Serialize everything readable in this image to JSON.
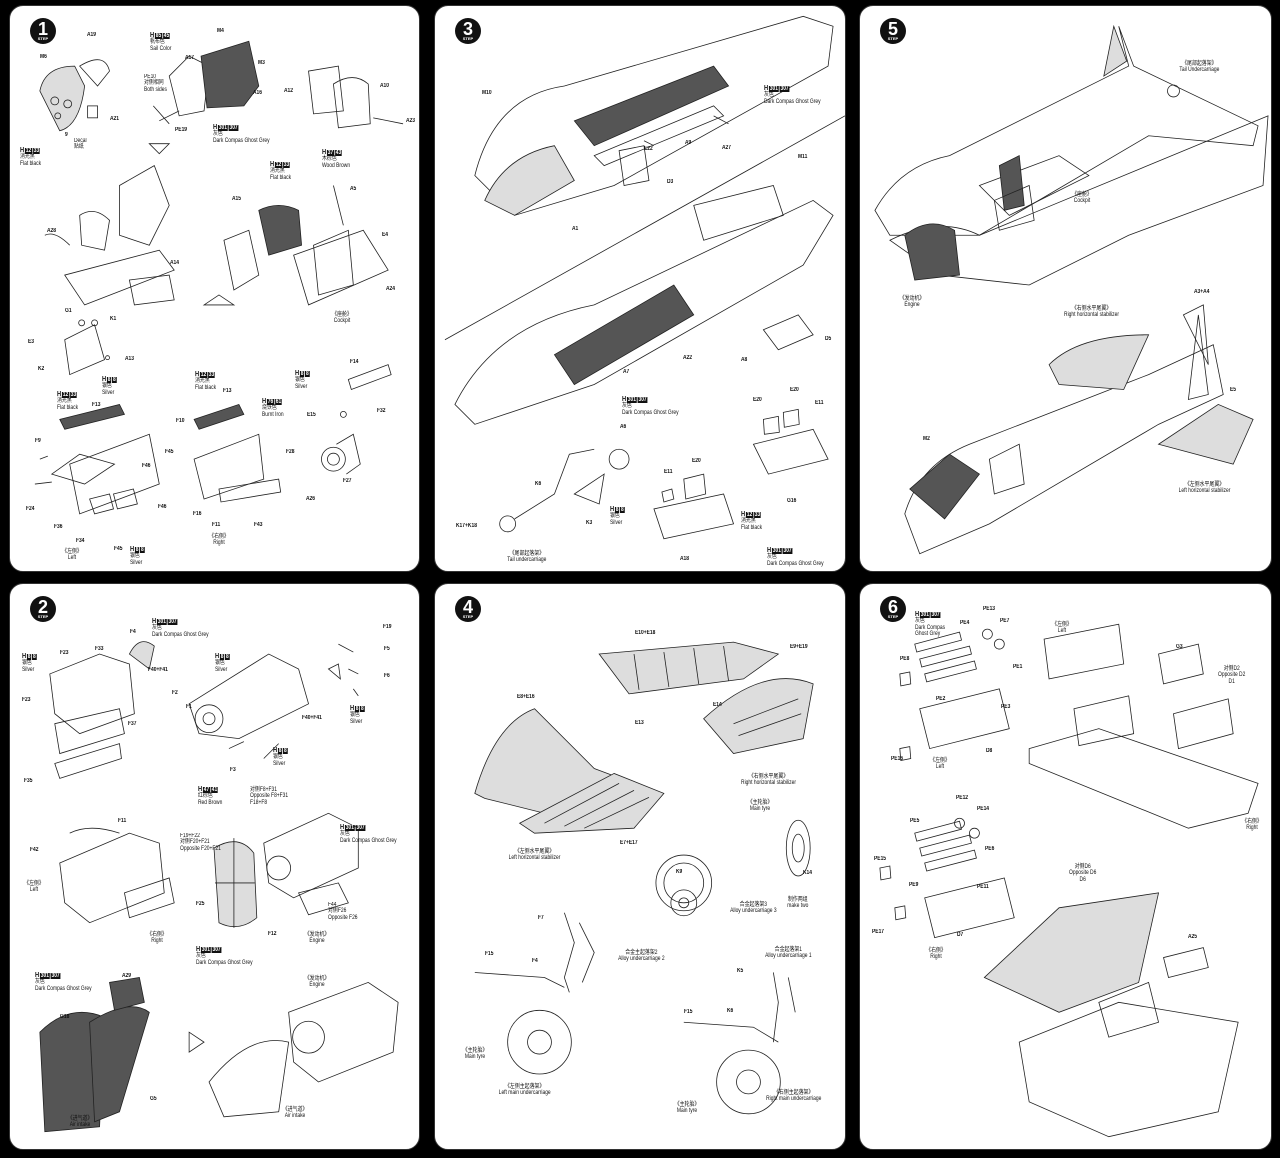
{
  "panels": {
    "p1": {
      "step": "1",
      "step_word": "STEP",
      "labels": {
        "a19": "A19",
        "m6": "M6",
        "a21": "A21",
        "e9": "9",
        "h12_1": "H",
        "h12_1n": "12",
        "h12_1c": "33",
        "flat_cn": "消光黑",
        "flat_en": "Flat black",
        "decal_en": "Decal",
        "decal_cn": "贴纸",
        "h85": "H",
        "h85n": "85",
        "h85c": "45",
        "sail_cn": "帆布色",
        "sail_en": "Sail Color",
        "pe10": "PE10",
        "both_cn": "对侧相同",
        "both_en": "Both sides",
        "a17": "A17",
        "pe19": "PE19",
        "m4": "M4",
        "m3": "M3",
        "a16": "A16",
        "h301": "H",
        "h301n": "301",
        "h301c": "307",
        "grey_cn": "灰色",
        "grey_en": "Dark Compas Ghost Grey",
        "a12": "A12",
        "a10": "A10",
        "a23": "A23",
        "h12_2": "H",
        "h12_2n": "12",
        "h12_2c": "33",
        "flat2_cn": "消光黑",
        "flat2_en": "Flat black",
        "h37": "H",
        "h37n": "37",
        "h37c": "43",
        "wood_cn": "木棕色",
        "wood_en": "Wood Brown",
        "a5": "A5",
        "a15": "A15",
        "e4": "E4",
        "a28": "A28",
        "a14": "A14",
        "a24": "A24",
        "cockpit_cn": "《座舱》",
        "cockpit_en": "Cockpit",
        "g1": "G1",
        "e3": "E3",
        "k2": "K2",
        "k1": "K1",
        "a13": "A13",
        "h8": "H",
        "h8n": "8",
        "h8c": "8",
        "silver_cn": "银色",
        "silver_en": "Silver",
        "h12_3": "H",
        "h12_3n": "12",
        "h12_3c": "33",
        "flat3_cn": "消光黑",
        "flat3_en": "Flat black",
        "f13": "F13",
        "f9": "F9",
        "f24": "F24",
        "f36": "F36",
        "f34": "F34",
        "f45": "F45",
        "f46": "F46",
        "h8b": "H",
        "h8bn": "8",
        "h8bc": "8",
        "silver2_cn": "银色",
        "silver2_en": "Silver",
        "left_cn": "《左侧》",
        "left_en": "Left",
        "h12_4": "H",
        "h12_4n": "12",
        "h12_4c": "33",
        "flat4_cn": "消光黑",
        "flat4_en": "Flat black",
        "f10": "F10",
        "f45b": "F45",
        "f46b": "F46",
        "f16": "F16",
        "f11": "F11",
        "f13b": "F13",
        "h76": "H",
        "h76n": "76",
        "h76c": "61",
        "burnt_cn": "烧铁色",
        "burnt_en": "Burnt Iron",
        "h8c_": "H",
        "h8cn": "8",
        "h8cc": "8",
        "silver3_cn": "银色",
        "silver3_en": "Silver",
        "f14": "F14",
        "f32": "F32",
        "e15": "E15",
        "f28": "F28",
        "f27": "F27",
        "a26": "A26",
        "f43": "F43",
        "right_cn": "《右侧》",
        "right_en": "Right"
      }
    },
    "p2": {
      "step": "2",
      "step_word": "STEP",
      "labels": {
        "h301": "H",
        "h301n": "301",
        "h301c": "307",
        "grey_cn": "灰色",
        "grey_en": "Dark Compas Ghost Grey",
        "f4": "F4",
        "f23": "F23",
        "f33": "F33",
        "f23b": "F23",
        "f37": "F37",
        "f35": "F35",
        "h8a": "H",
        "h8an": "8",
        "h8ac": "8",
        "silver_cn": "银色",
        "silver_en": "Silver",
        "f40": "F40+F41",
        "h8b": "H",
        "h8bn": "8",
        "h8bc": "8",
        "silver2_cn": "银色",
        "silver2_en": "Silver",
        "f2": "F2",
        "f1": "F1",
        "f3": "F3",
        "f40b": "F40+F41",
        "h8c": "H",
        "h8cn": "8",
        "h8cc": "8",
        "silver3_cn": "银色",
        "silver3_en": "Silver",
        "f19": "F19",
        "f5": "F5",
        "f6": "F6",
        "h8d": "H",
        "h8dn": "8",
        "h8dc": "8",
        "silver4_cn": "银色",
        "silver4_en": "Silver",
        "h47": "H",
        "h47n": "47",
        "h47c": "41",
        "red_cn": "红棕色",
        "red_en": "Red Brown",
        "opp1_cn": "对侧F8+F31",
        "opp1_en": "Opposite F8+F31",
        "f18": "F18+F8",
        "f19b": "F19+F22",
        "opp2_cn": "对侧F20+F21",
        "opp2_en": "Opposite F20+F21",
        "h301b": "H",
        "h301bn": "301",
        "h301bc": "307",
        "grey2_cn": "灰色",
        "grey2_en": "Dark Compas Ghost Grey",
        "f11": "F11",
        "f42": "F42",
        "left_cn": "《左侧》",
        "left_en": "Left",
        "right_cn": "《右侧》",
        "right_en": "Right",
        "f25": "F25",
        "f12": "F12",
        "f44": "F44",
        "opp3_cn": "对侧F26",
        "opp3_en": "Opposite F26",
        "engine_cn": "《发动机》",
        "engine_en": "Engine",
        "h301c_": "H",
        "h301cn": "301",
        "h301cc": "307",
        "grey3_cn": "灰色",
        "grey3_en": "Dark Compas Ghost Grey",
        "h301d": "H",
        "h301dn": "301",
        "h301dc": "307",
        "grey4_cn": "灰色",
        "grey4_en": "Dark Compas Ghost Grey",
        "a29": "A29",
        "g18": "G18",
        "g5": "G5",
        "intake_cn": "《进气道》",
        "intake_en": "Air intake",
        "engine2_cn": "《发动机》",
        "engine2_en": "Engine",
        "intake2_cn": "《进气道》",
        "intake2_en": "Air intake"
      }
    },
    "p3": {
      "step": "3",
      "step_word": "STEP",
      "labels": {
        "m10": "M10",
        "h301": "H",
        "h301n": "301",
        "h301c": "307",
        "grey_cn": "灰色",
        "grey_en": "Dark Compas Ghost Grey",
        "e22": "E22",
        "a9": "A9",
        "a27": "A27",
        "d3": "D3",
        "a1": "A1",
        "m11": "M11",
        "a7": "A7",
        "a22": "A22",
        "a8": "A8",
        "d5": "D5",
        "h301b": "H",
        "h301bn": "301",
        "h301bc": "307",
        "grey2_cn": "灰色",
        "grey2_en": "Dark Compas Ghost Grey",
        "e20": "E20",
        "e20b": "E20",
        "e11": "E11",
        "a6": "A6",
        "k6": "K6",
        "k3": "K3",
        "k17": "K17+K18",
        "h8": "H",
        "h8n": "8",
        "h8c": "8",
        "silver_cn": "银色",
        "silver_en": "Silver",
        "e11b": "E11",
        "e20c": "E20",
        "g16": "G16",
        "h12": "H",
        "h12n": "12",
        "h12c": "33",
        "flat_cn": "消光黑",
        "flat_en": "Flat black",
        "h301c_": "H",
        "h301cn": "301",
        "h301cc": "307",
        "grey3_cn": "灰色",
        "grey3_en": "Dark Compas Ghost Grey",
        "a18": "A18",
        "tail_cn": "《尾部起落架》",
        "tail_en": "Tail undercarriage"
      }
    },
    "p4": {
      "step": "4",
      "step_word": "STEP",
      "labels": {
        "e10": "E10+E18",
        "e9": "E9+E19",
        "e8": "E8+E16",
        "e14": "E14",
        "e13": "E13",
        "e7": "E7+E17",
        "rh_cn": "《右侧水平尾翼》",
        "rh_en": "Right horizontal stabilizer",
        "lh_cn": "《左侧水平尾翼》",
        "lh_en": "Left horizontal stabilizer",
        "mt_cn": "《主轮胎》",
        "mt_en": "Main tyre",
        "k14": "K14",
        "k9": "K9",
        "alloy3_cn": "合金起落架3",
        "alloy3_en": "Alloy undercarriage 3",
        "make_cn": "制作两组",
        "make_en": "make two",
        "f7": "F7",
        "f15": "F15",
        "f4": "F4",
        "alloy2_cn": "合金主起落架2",
        "alloy2_en": "Alloy undercarriage 2",
        "mt2_cn": "《主轮胎》",
        "mt2_en": "Main tyre",
        "lm_cn": "《左侧主起落架》",
        "lm_en": "Left main undercarriage",
        "alloy1_cn": "合金起落架1",
        "alloy1_en": "Alloy undercarriage 1",
        "k5": "K5",
        "k6": "K6",
        "f15b": "F15",
        "mt3_cn": "《主轮胎》",
        "mt3_en": "Main tyre",
        "rm_cn": "《右侧主起落架》",
        "rm_en": "Right main undercarriage"
      }
    },
    "p5": {
      "step": "5",
      "step_word": "STEP",
      "labels": {
        "tail_cn": "《尾部起落架》",
        "tail_en": "Tail Undercarriage",
        "cockpit_cn": "《座舱》",
        "cockpit_en": "Cockpit",
        "engine_cn": "《发动机》",
        "engine_en": "Engine",
        "rh_cn": "《右侧水平尾翼》",
        "rh_en": "Right horizontal stabilizer",
        "a3": "A3+A4",
        "e5": "E5",
        "m2": "M2",
        "lh_cn": "《左侧水平尾翼》",
        "lh_en": "Left horizontal stabilizer"
      }
    },
    "p6": {
      "step": "6",
      "step_word": "STEP",
      "labels": {
        "h301": "H",
        "h301n": "301",
        "h301c": "307",
        "grey_cn": "灰色",
        "grey_en1": "Dark Compas",
        "grey_en2": "Ghost Grey",
        "pe13": "PE13",
        "pe4": "PE4",
        "pe7": "PE7",
        "pe8": "PE8",
        "pe1": "PE1",
        "pe2": "PE2",
        "pe3": "PE3",
        "pe16": "PE16",
        "d8": "D8",
        "left_cn": "《左侧》",
        "left_en": "Left",
        "left2_cn": "《左侧》",
        "left2_en": "Left",
        "g3": "G3",
        "opp_cn": "对侧D2",
        "opp_en": "Opposite D2",
        "d1": "D1",
        "right_cn": "《右侧》",
        "right_en": "Right",
        "pe12": "PE12",
        "pe14": "PE14",
        "pe5": "PE5",
        "pe15": "PE15",
        "pe9": "PE9",
        "pe6": "PE6",
        "pe11": "PE11",
        "pe17": "PE17",
        "d7": "D7",
        "right2_cn": "《右侧》",
        "right2_en": "Right",
        "opp2_cn": "对侧D6",
        "opp2_en": "Opposite D6",
        "d6": "D6",
        "a25": "A25"
      }
    }
  },
  "colors": {
    "background": "#000000",
    "panel": "#ffffff",
    "ink": "#222222",
    "paint_fill": "#555555"
  }
}
